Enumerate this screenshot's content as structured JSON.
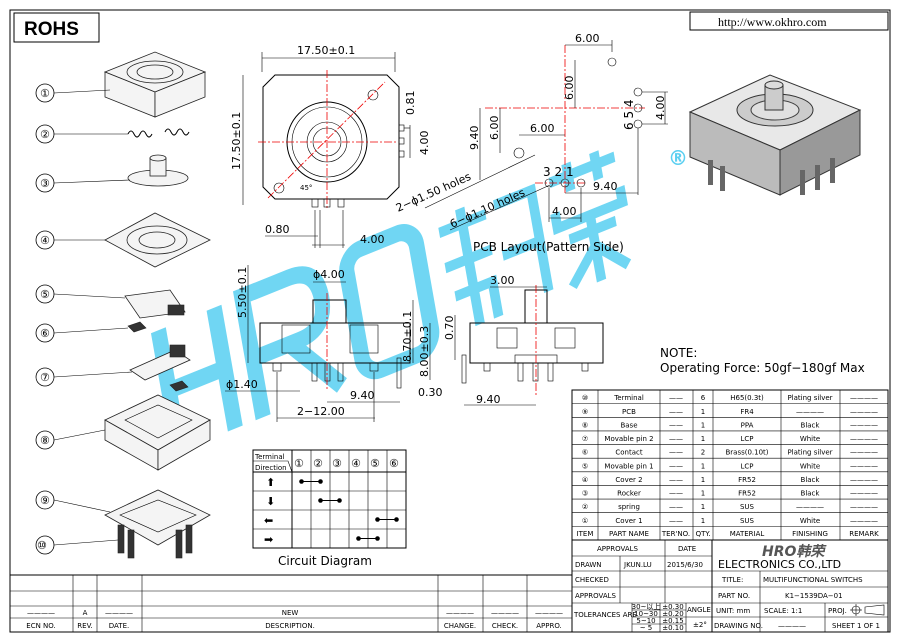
{
  "header": {
    "rohs": "ROHS",
    "url": "http://www.okhro.com"
  },
  "watermark": {
    "logo": "HRO 韩荣",
    "registered": "®"
  },
  "exploded_parts": [
    "①",
    "②",
    "③",
    "④",
    "⑤",
    "⑥",
    "⑦",
    "⑧",
    "⑨",
    "⑩"
  ],
  "top_view_dims": {
    "width": "17.50±0.1",
    "height": "17.50±0.1",
    "d081": "0.81",
    "d400a": "4.00",
    "angle": "45°",
    "d080": "0.80",
    "d400b": "4.00"
  },
  "pcb_layout": {
    "d600a": "6.00",
    "d600b": "6.00",
    "d600c": "6.00",
    "d600d": "6.00",
    "d940a": "9.40",
    "d940b": "9.40",
    "d400a": "4.00",
    "d400b": "4.00",
    "holes_large": "2−ϕ1.50 holes",
    "holes_small": "6−ϕ1.10 holes",
    "pins_a": [
      "3",
      "2",
      "1"
    ],
    "pins_b": [
      "6",
      "5",
      "4"
    ],
    "title": "PCB Layout(Pattern Side)"
  },
  "side_view_dims": {
    "d4": "ϕ4.00",
    "h550": "5.50±0.1",
    "h870": "8.70±0.1",
    "h800": "8.00±0.3",
    "d140": "ϕ1.40",
    "d940": "9.40",
    "d030": "0.30",
    "d1200": "2−12.00"
  },
  "side_view2_dims": {
    "d300": "3.00",
    "d070": "0.70",
    "d940": "9.40"
  },
  "note": {
    "title": "NOTE:",
    "text": "Operating Force: 50gf−180gf Max"
  },
  "circuit": {
    "header_terminal": "Terminal",
    "header_direction": "Direction",
    "terminals": [
      "①",
      "②",
      "③",
      "④",
      "⑤",
      "⑥"
    ],
    "rows": [
      {
        "direction": "up",
        "glyph": "⬆",
        "connect": [
          1,
          2
        ]
      },
      {
        "direction": "down",
        "glyph": "⬇",
        "connect": [
          2,
          3
        ]
      },
      {
        "direction": "left",
        "glyph": "⬅",
        "connect": [
          5,
          6
        ]
      },
      {
        "direction": "right",
        "glyph": "➡",
        "connect": [
          4,
          5
        ]
      }
    ],
    "title": "Circuit  Diagram"
  },
  "bom": {
    "headers": [
      "ITEM",
      "PART NAME",
      "TER'NO.",
      "QTY.",
      "MATERIAL",
      "FINISHING",
      "REMARK"
    ],
    "rows": [
      {
        "item": "⑩",
        "name": "Terminal",
        "ter": "——",
        "qty": "6",
        "material": "H65(0.3t)",
        "finishing": "Plating silver",
        "remark": "————"
      },
      {
        "item": "⑨",
        "name": "PCB",
        "ter": "——",
        "qty": "1",
        "material": "FR4",
        "finishing": "————",
        "remark": "————"
      },
      {
        "item": "⑧",
        "name": "Base",
        "ter": "——",
        "qty": "1",
        "material": "PPA",
        "finishing": "Black",
        "remark": "————"
      },
      {
        "item": "⑦",
        "name": "Movable pin 2",
        "ter": "——",
        "qty": "1",
        "material": "LCP",
        "finishing": "White",
        "remark": "————"
      },
      {
        "item": "⑥",
        "name": "Contact",
        "ter": "——",
        "qty": "2",
        "material": "Brass(0.10t)",
        "finishing": "Plating silver",
        "remark": "————"
      },
      {
        "item": "⑤",
        "name": "Movable pin 1",
        "ter": "——",
        "qty": "1",
        "material": "LCP",
        "finishing": "White",
        "remark": "————"
      },
      {
        "item": "④",
        "name": "Cover 2",
        "ter": "——",
        "qty": "1",
        "material": "FR52",
        "finishing": "Black",
        "remark": "————"
      },
      {
        "item": "③",
        "name": "Rocker",
        "ter": "——",
        "qty": "1",
        "material": "FR52",
        "finishing": "Black",
        "remark": "————"
      },
      {
        "item": "②",
        "name": "spring",
        "ter": "——",
        "qty": "1",
        "material": "SUS",
        "finishing": "————",
        "remark": "————"
      },
      {
        "item": "①",
        "name": "Cover 1",
        "ter": "——",
        "qty": "1",
        "material": "SUS",
        "finishing": "White",
        "remark": "————"
      }
    ]
  },
  "title_block": {
    "approvals_header": "APPROVALS",
    "date_header": "DATE",
    "logo": "HRO韩荣",
    "company": "ELECTRONICS  CO.,LTD",
    "drawn_label": "DRAWN",
    "drawn_by": "JKUN.LU",
    "drawn_date": "2015/6/30",
    "checked_label": "CHECKED",
    "approvals_label": "APPROVALS",
    "title_label": "TITLE:",
    "title_value": "MULTIFUNCTIONAL SWITCHS",
    "part_label": "PART NO.",
    "part_value": "K1−1539DA−01",
    "tolerances_label": "TOLERANCES ARE",
    "tolerances": [
      [
        "30~以上",
        "±0.30"
      ],
      [
        "10~30",
        "±0.20"
      ],
      [
        "5~10",
        "±0.15"
      ],
      [
        "~ 5",
        "±0.10"
      ]
    ],
    "angle_label": "ANGLE",
    "angle_value": "±2°",
    "unit": "UNIT:  mm",
    "scale": "SCALE:   1:1",
    "proj": "PROJ.",
    "drawing_no_label": "DRAWING NO.",
    "drawing_no": "————",
    "sheet": "SHEET   1  OF  1"
  },
  "revision": {
    "headers": [
      "ECN NO.",
      "REV.",
      "DATE.",
      "DESCRIPTION.",
      "CHANGE.",
      "CHECK.",
      "APPRO."
    ],
    "row": [
      "————",
      "A",
      "————",
      "NEW",
      "————",
      "————",
      "————"
    ]
  }
}
